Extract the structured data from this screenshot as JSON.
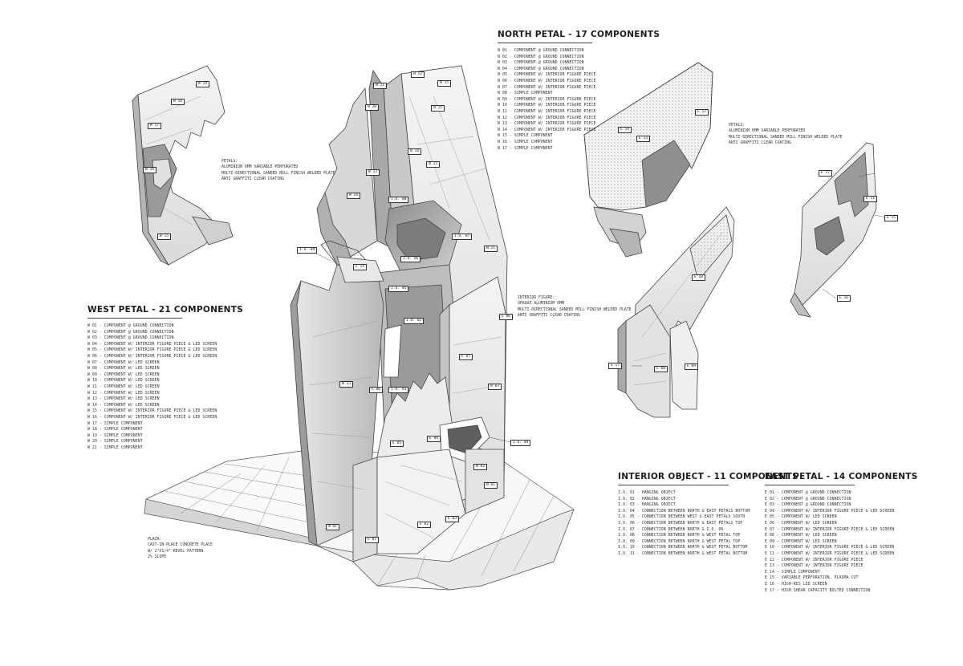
{
  "north": {
    "title": "NORTH PETAL - 17 COMPONENTS",
    "items": [
      "N 01 - COMPONENT @ GROUND CONNECTION",
      "N 02 - COMPONENT @ GROUND CONNECTION",
      "N 03 - COMPONENT @ GROUND CONNECTION",
      "N 04 - COMPONENT @ GROUND CONNECTION",
      "N 05 - COMPONENT W/ INTERIOR FIGURE PIECE",
      "N 06 - COMPONENT W/ INTERIOR FIGURE PIECE",
      "N 07 - COMPONENT W/ INTERIOR FIGURE PIECE",
      "N 08 - SIMPLE COMPONENT",
      "N 09 - COMPONENT W/ INTERIOR FIGURE PIECE",
      "N 10 - COMPONENT W/ INTERIOR FIGURE PIECE",
      "N 11 - COMPONENT W/ INTERIOR FIGURE PIECE",
      "N 12 - COMPONENT W/ INTERIOR FIGURE PIECE",
      "N 13 - COMPONENT W/ INTERIOR FIGURE PIECE",
      "N 14 - COMPONENT W/ INTERIOR FIGURE PIECE",
      "N 15 - SIMPLE COMPONENT",
      "N 16 - SIMPLE COMPONENT",
      "N 17 - SIMPLE COMPONENT"
    ]
  },
  "west": {
    "title": "WEST PETAL - 21 COMPONENTS",
    "items": [
      "W 01 - COMPONENT @ GROUND CONNECTION",
      "W 02 - COMPONENT @ GROUND CONNECTION",
      "W 03 - COMPONENT @ GROUND CONNECTION",
      "W 04 - COMPONENT W/ INTERIOR FIGURE PIECE & LED SCREEN",
      "W 05 - COMPONENT W/ INTERIOR FIGURE PIECE & LED SCREEN",
      "W 06 - COMPONENT W/ INTERIOR FIGURE PIECE & LED SCREEN",
      "W 07 - COMPONENT W/ LED SCREEN",
      "W 08 - COMPONENT W/ LED SCREEN",
      "W 09 - COMPONENT W/ LED SCREEN",
      "W 10 - COMPONENT W/ LED SCREEN",
      "W 11 - COMPONENT W/ LED SCREEN",
      "W 12 - COMPONENT W/ LED SCREEN",
      "W 13 - COMPONENT W/ LED SCREEN",
      "W 14 - COMPONENT W/ LED SCREEN",
      "W 15 - COMPONENT W/ INTERIOR FIGURE PIECE & LED SCREEN",
      "W 16 - COMPONENT W/ INTERIOR FIGURE PIECE & LED SCREEN",
      "W 17 - SIMPLE COMPONENT",
      "W 18 - SIMPLE COMPONENT",
      "W 19 - SIMPLE COMPONENT",
      "W 20 - SIMPLE COMPONENT",
      "W 21 - SIMPLE COMPONENT"
    ]
  },
  "interior": {
    "title": "INTERIOR OBJECT - 11 COMPONENTS",
    "items": [
      "I.O. 01 - HANGING OBJECT",
      "I.O. 02 - HANGING OBJECT",
      "I.O. 03 - HANGING OBJECT",
      "I.O. 04 - CONNECTION BETWEEN NORTH & EAST PETALS BOTTOM",
      "I.O. 05 - CONNECTION BETWEEN WEST & EAST PETALS SOUTH",
      "I.O. 06 - CONNECTION BETWEEN NORTH & EAST PETALS TOP",
      "I.O. 07 - CONNECTION BETWEEN NORTH & I.O. 06",
      "I.O. 08 - CONNECTION BETWEEN NORTH & WEST PETAL TOP",
      "I.O. 09 - CONNECTION BETWEEN NORTH & WEST PETAL TOP",
      "I.O. 10 - CONNECTION BETWEEN NORTH & WEST PETAL BOTTOM",
      "I.O. 11 - CONNECTION BETWEEN NORTH & WEST PETAL BOTTOM"
    ]
  },
  "east": {
    "title": "EAST PETAL - 14 COMPONENTS",
    "items": [
      "E 01 - COMPONENT @ GROUND CONNECTION",
      "E 02 - COMPONENT @ GROUND CONNECTION",
      "E 03 - COMPONENT @ GROUND CONNECTION",
      "E 04 - COMPONENT W/ INTERIOR FIGURE PIECE & LED SCREEN",
      "E 05 - COMPONENT W/ LED SCREEN",
      "E 06 - COMPONENT W/ LED SCREEN",
      "E 07 - COMPONENT W/ INTERIOR FIGURE PIECE & LED SCREEN",
      "E 08 - COMPONENT W/ LED SCREEN",
      "E 09 - COMPONENT W/ LED SCREEN",
      "E 10 - COMPONENT W/ INTERIOR FIGURE PIECE & LED SCREEN",
      "E 11 - COMPONENT W/ INTERIOR FIGURE PIECE & LED SCREEN",
      "E 12 - COMPONENT W/ INTERIOR FIGURE PIECE",
      "E 13 - COMPONENT W/ INTERIOR FIGURE PIECE",
      "E 14 - SIMPLE COMPONENT",
      "E 15 - VARIABLE PERFORATION, PLASMA CUT",
      "E 16 - HIGH-RES LED SCREEN",
      "E 17 - HIGH SHEAR CAPACITY BOLTED CONNECTION"
    ]
  },
  "notes": {
    "petals_left": [
      "PETALS:",
      "ALUMINIUM 6MM VARIABLE PERFORATED",
      "MULTI-DIRECTIONAL SANDED MILL FINISH WELDED PLATE",
      "ANTI GRAFFITI CLEAR COATING"
    ],
    "petals_right": [
      "PETALS:",
      "ALUMINIUM 6MM VARIABLE PERFORATED",
      "MULTI-DIRECTIONAL SANDED MILL FINISH WELDED PLATE",
      "ANTI GRAFFITI CLEAR COATING"
    ],
    "interior_figure": [
      "INTERIOR FIGURE:",
      "OPAQUE ALUMINIUM 6MM",
      "MULTI-DIRECTIONAL SANDED MILL FINISH WELDED PLATE",
      "ANTI GRAFFITI CLEAR COATING"
    ],
    "plaza": [
      "PLAZA:",
      "CAST-IN-PLACE CONCRETE PLACE",
      "W/ 2\"X1/4\" REVEL PATTERN",
      "2% SLOPE"
    ]
  },
  "tags": {
    "w19": "W 19",
    "w18": "W 18",
    "w17": "W 17",
    "w16": "W 16",
    "w15": "W 15",
    "n12": "N 12",
    "n21": "N 21",
    "n15": "N 15",
    "n20": "N 20",
    "n14": "N 14",
    "n13": "N 13",
    "w13": "W 13",
    "w14": "W 14",
    "w11": "W 11",
    "w12": "W 12",
    "w01": "W 01",
    "io08": "I.O. 08",
    "io09": "I.O. 09",
    "io07": "I.O. 07",
    "io06": "I.O. 06",
    "io05": "I.O. 05",
    "io02": "I.O. 02",
    "io01": "I.O. 01",
    "io04": "I.O. 04",
    "e14": "E 14",
    "e13": "E 13",
    "e12": "E 12",
    "e10": "E 10",
    "e11": "E 11",
    "e15": "E 15",
    "e16": "E 16",
    "e17": "E 17",
    "e08": "E 08",
    "e09": "E 09",
    "e06": "E 06",
    "e07": "E 07",
    "e05": "E 05",
    "e04": "E 04",
    "e03": "E 03",
    "e02": "E 02",
    "e01": "E 01",
    "n03": "N 03",
    "n02": "N 02",
    "n01": "N 01",
    "n11": "N 11"
  }
}
